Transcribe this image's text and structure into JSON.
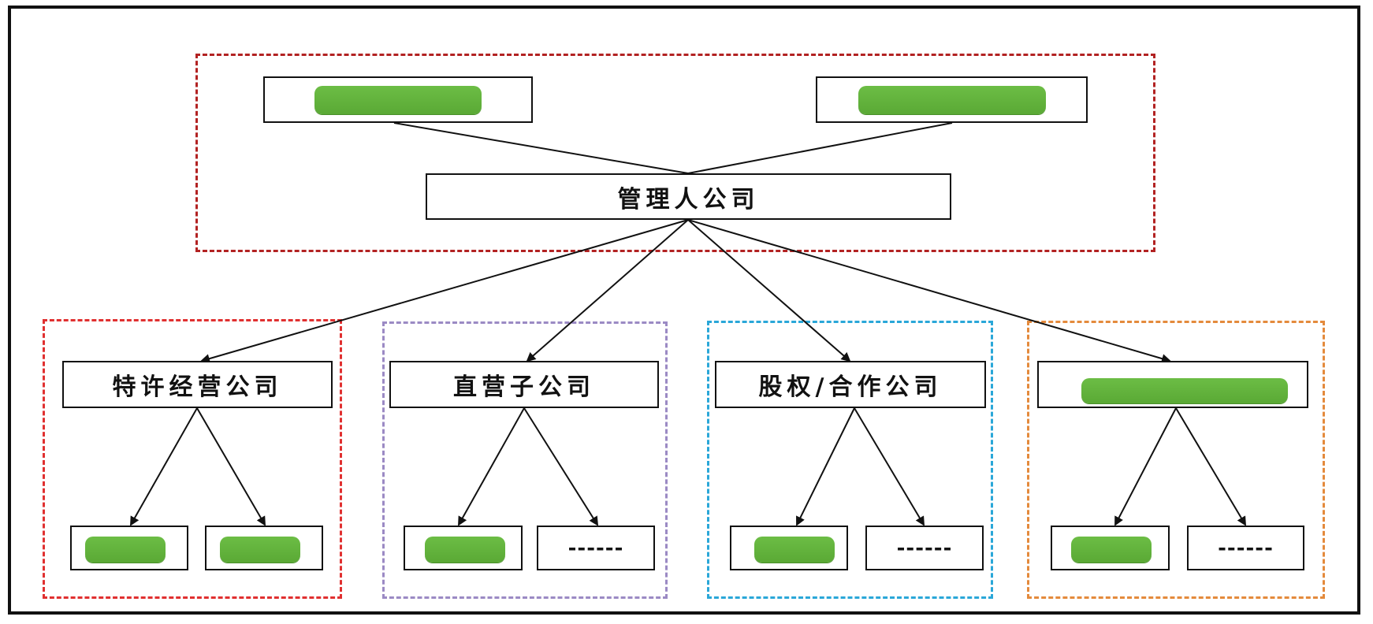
{
  "colors": {
    "region_top": "#b22222",
    "region_franchise": "#e03030",
    "region_direct": "#9b8ac4",
    "region_equity": "#2aa7d8",
    "region_fourth": "#e48a3c",
    "redaction": "#62b23c"
  },
  "top": {
    "manager": "管理人公司"
  },
  "branches": [
    {
      "title": "特许经营公司",
      "children": [
        "",
        ""
      ]
    },
    {
      "title": "直营子公司",
      "children": [
        "",
        "------"
      ]
    },
    {
      "title": "股权/合作公司",
      "children": [
        "",
        "------"
      ]
    },
    {
      "title": "",
      "children": [
        "",
        "------"
      ]
    }
  ]
}
